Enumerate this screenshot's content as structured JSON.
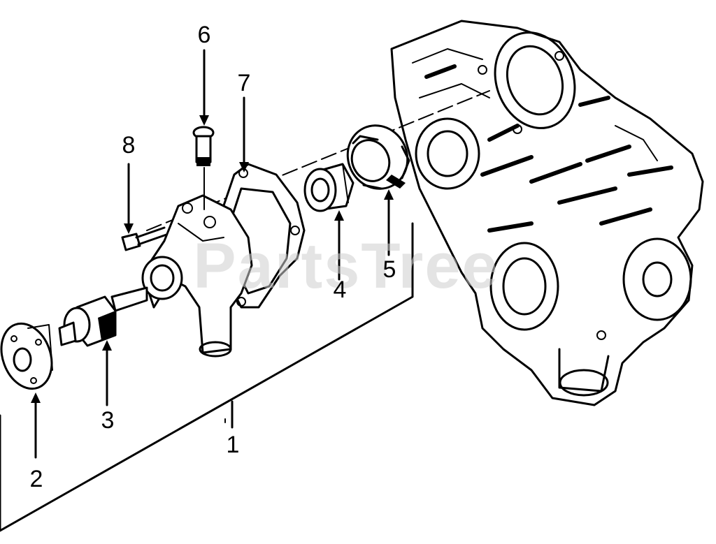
{
  "watermark": "PartsTree",
  "callouts": {
    "c1": "1",
    "c2": "2",
    "c3": "3",
    "c4": "4",
    "c5": "5",
    "c6": "6",
    "c7": "7",
    "c8": "8"
  }
}
